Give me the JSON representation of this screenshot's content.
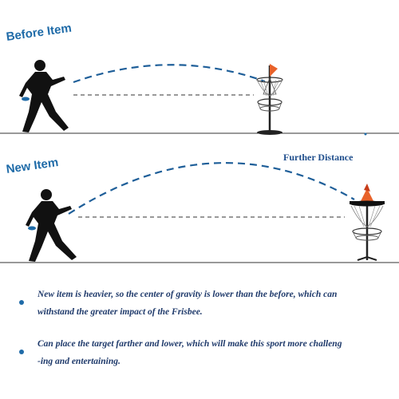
{
  "headings": {
    "before": "Before Item",
    "new": "New Item",
    "distance": "Further Distance"
  },
  "notes": [
    {
      "line1": "New item is heavier, so the center of gravity is lower than the before, which can",
      "line2": "withstand the greater impact of the Frisbee."
    },
    {
      "line1": "Can place the target farther and lower, which will make this sport more challeng",
      "line2": "-ing and entertaining."
    }
  ],
  "colors": {
    "accent": "#1f6ba8",
    "arc": "#1f5f99",
    "flag": "#e8622a",
    "text": "#1f3a6b"
  }
}
